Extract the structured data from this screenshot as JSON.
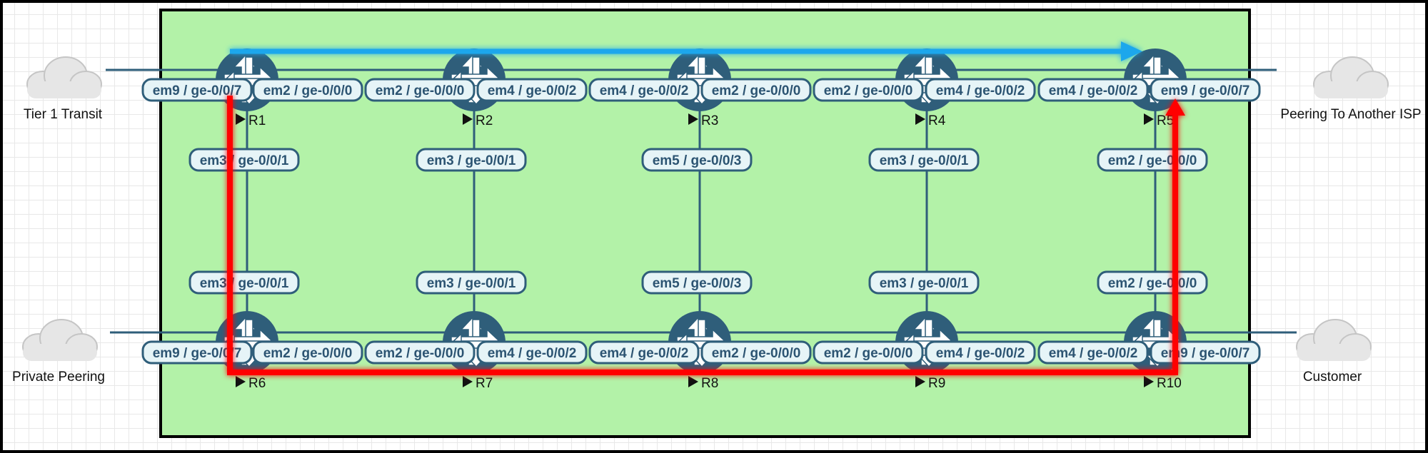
{
  "colors": {
    "lab_bg": "#b3f2a8",
    "link": "#2f5e7a",
    "router": "#2f5e7a",
    "iface_fill": "#e6f4f7",
    "blue_path": "#1aa7ec",
    "red_path": "#ff0000"
  },
  "external": [
    {
      "id": "tier1",
      "label": "Tier 1 Transit",
      "icon": "cloud-icon"
    },
    {
      "id": "peering_isp",
      "label": "Peering To Another ISP",
      "icon": "cloud-icon"
    },
    {
      "id": "private",
      "label": "Private Peering",
      "icon": "cloud-icon"
    },
    {
      "id": "customer",
      "label": "Customer",
      "icon": "cloud-icon"
    }
  ],
  "routers": [
    {
      "id": "R1",
      "label": "R1"
    },
    {
      "id": "R2",
      "label": "R2"
    },
    {
      "id": "R3",
      "label": "R3"
    },
    {
      "id": "R4",
      "label": "R4"
    },
    {
      "id": "R5",
      "label": "R5"
    },
    {
      "id": "R6",
      "label": "R6"
    },
    {
      "id": "R7",
      "label": "R7"
    },
    {
      "id": "R8",
      "label": "R8"
    },
    {
      "id": "R9",
      "label": "R9"
    },
    {
      "id": "R10",
      "label": "R10"
    }
  ],
  "top_row_interfaces": [
    "em9 / ge-0/0/7",
    "em2 / ge-0/0/0",
    "em2 / ge-0/0/0",
    "em4 / ge-0/0/2",
    "em4 / ge-0/0/2",
    "em2 / ge-0/0/0",
    "em2 / ge-0/0/0",
    "em4 / ge-0/0/2",
    "em4 / ge-0/0/2",
    "em9 / ge-0/0/7"
  ],
  "bottom_row_interfaces": [
    "em9 / ge-0/0/7",
    "em2 / ge-0/0/0",
    "em2 / ge-0/0/0",
    "em4 / ge-0/0/2",
    "em4 / ge-0/0/2",
    "em2 / ge-0/0/0",
    "em2 / ge-0/0/0",
    "em4 / ge-0/0/2",
    "em4 / ge-0/0/2",
    "em9 / ge-0/0/7"
  ],
  "vertical_interfaces_upper": [
    "em3 / ge-0/0/1",
    "em3 / ge-0/0/1",
    "em5 / ge-0/0/3",
    "em3 / ge-0/0/1",
    "em2 / ge-0/0/0"
  ],
  "vertical_interfaces_lower": [
    "em3 / ge-0/0/1",
    "em3 / ge-0/0/1",
    "em5 / ge-0/0/3",
    "em3 / ge-0/0/1",
    "em2 / ge-0/0/0"
  ]
}
